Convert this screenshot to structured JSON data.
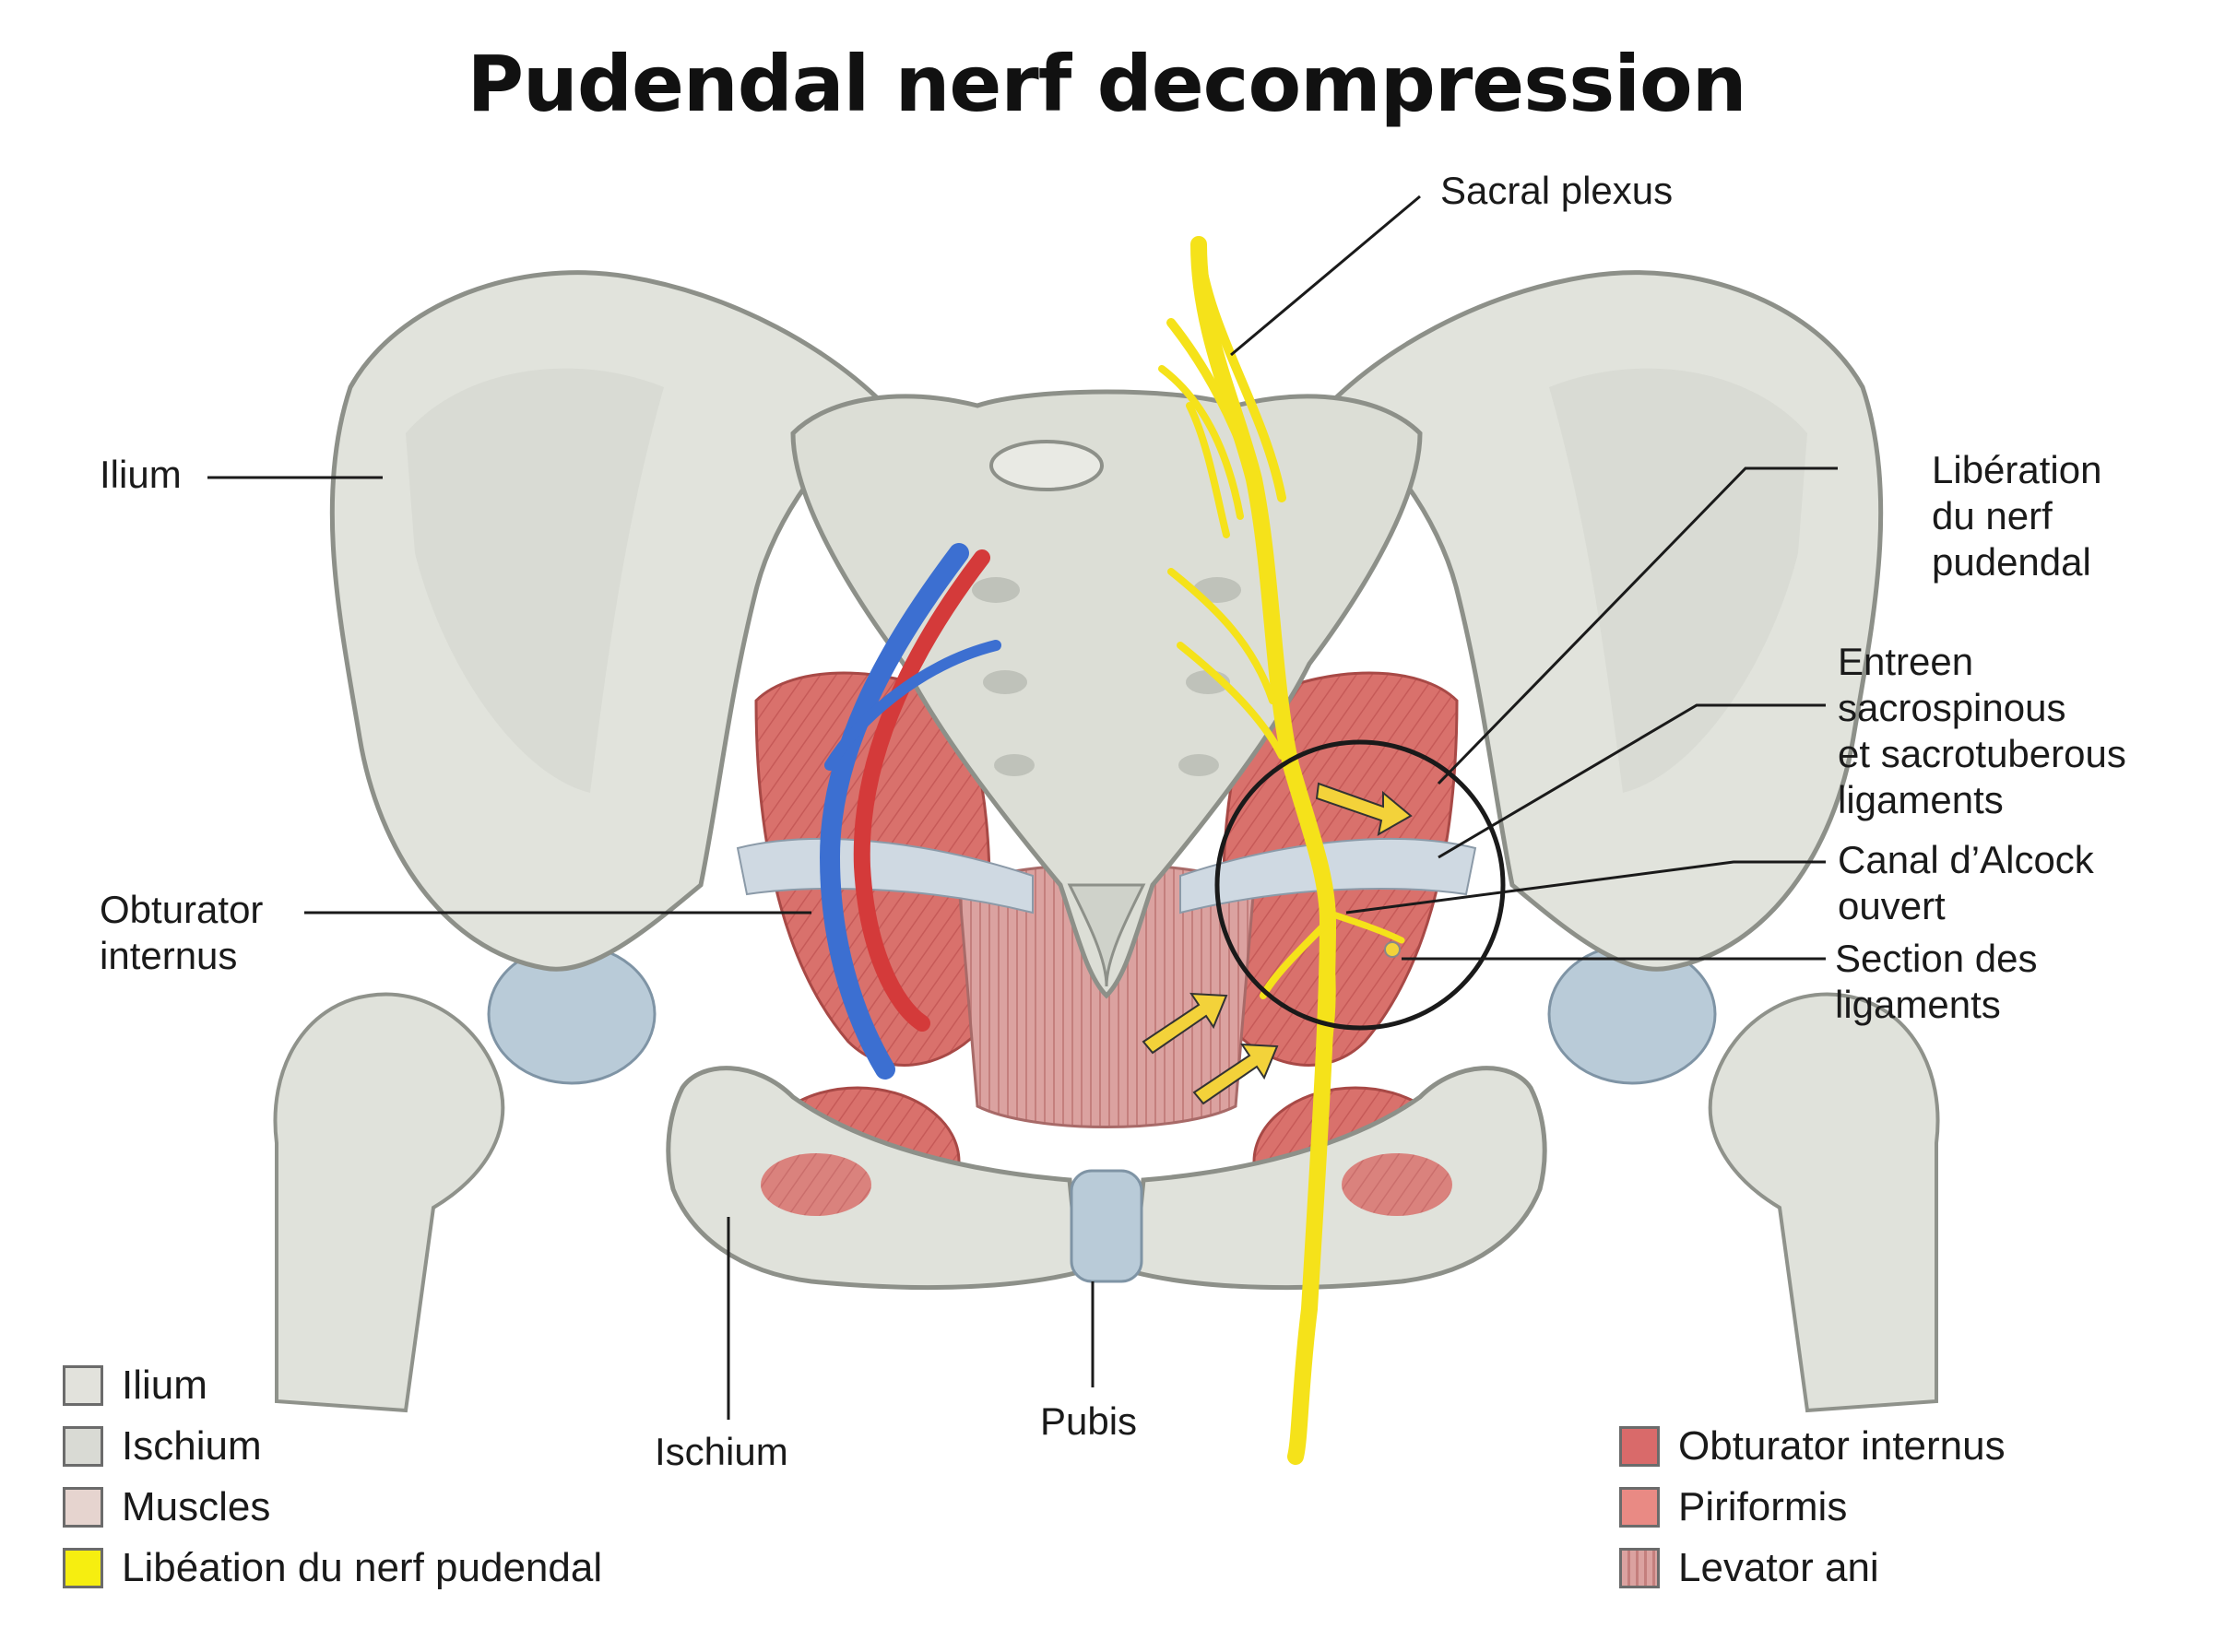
{
  "title": "Pudendal nerf decompression",
  "labels": {
    "sacral_plexus": "Sacral plexus",
    "ilium": "Ilium",
    "obturator_internus": [
      "Obturator",
      "internus"
    ],
    "liberation": [
      "Libération",
      "du nerf",
      "pudendal"
    ],
    "entreen": [
      "Entreen",
      "sacrospinous",
      "et sacrotuberous",
      "ligaments"
    ],
    "canal": [
      "Canal d’Alcock",
      "ouvert"
    ],
    "section": [
      "Section des",
      "ligaments"
    ],
    "ischium": "Ischium",
    "pubis": "Pubis"
  },
  "legend_left": [
    {
      "label": "Ilium",
      "color": "#e2e2dc"
    },
    {
      "label": "Ischium",
      "color": "#d9dad4"
    },
    {
      "label": "Muscles",
      "color": "#e6d4cf"
    },
    {
      "label": "Libéation du nerf pudendal",
      "color": "#f6ee10"
    }
  ],
  "legend_right": [
    {
      "label": "Obturator internus",
      "color": "#d96a6a"
    },
    {
      "label": "Piriformis",
      "color": "#e98a84"
    },
    {
      "label": "Levator ani",
      "color": "#dba2a0"
    }
  ],
  "colors": {
    "bone": "#dfe1da",
    "bone_shade": "#c9ccc4",
    "muscle": "#d9716c",
    "ligament": "#cfd9e2",
    "cartilage": "#b9cbd8",
    "nerve": "#f5e21a",
    "artery": "#d43a3a",
    "vein": "#3c6fd1",
    "arrow": "#f3d23a"
  },
  "icons": {
    "arrows": "yellow-arrow-icon"
  }
}
